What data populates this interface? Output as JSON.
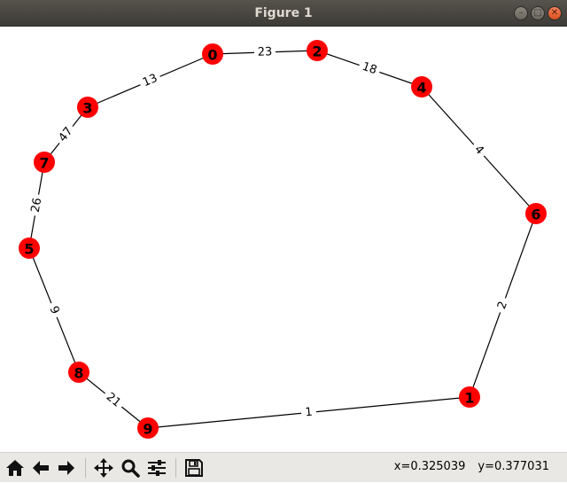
{
  "window": {
    "title": "Figure 1",
    "buttons": {
      "minimize": "minimize-icon",
      "maximize": "maximize-icon",
      "close": "close-icon"
    }
  },
  "colors": {
    "node": "#ff0000",
    "edge": "#000000"
  },
  "graph": {
    "nodes": [
      {
        "label": "0"
      },
      {
        "label": "2"
      },
      {
        "label": "4"
      },
      {
        "label": "6"
      },
      {
        "label": "1"
      },
      {
        "label": "9"
      },
      {
        "label": "8"
      },
      {
        "label": "5"
      },
      {
        "label": "7"
      },
      {
        "label": "3"
      }
    ],
    "edges": [
      {
        "source": "0",
        "target": "2",
        "weight": "23"
      },
      {
        "source": "2",
        "target": "4",
        "weight": "18"
      },
      {
        "source": "4",
        "target": "6",
        "weight": "4"
      },
      {
        "source": "6",
        "target": "1",
        "weight": "2"
      },
      {
        "source": "1",
        "target": "9",
        "weight": "1"
      },
      {
        "source": "9",
        "target": "8",
        "weight": "21"
      },
      {
        "source": "8",
        "target": "5",
        "weight": "9"
      },
      {
        "source": "5",
        "target": "7",
        "weight": "26"
      },
      {
        "source": "7",
        "target": "3",
        "weight": "47"
      },
      {
        "source": "3",
        "target": "0",
        "weight": "13"
      }
    ]
  },
  "toolbar": {
    "buttons": [
      {
        "name": "home-button",
        "icon": "home-icon"
      },
      {
        "name": "back-button",
        "icon": "arrow-left-icon"
      },
      {
        "name": "forward-button",
        "icon": "arrow-right-icon"
      },
      {
        "name": "pan-button",
        "icon": "move-icon"
      },
      {
        "name": "zoom-button",
        "icon": "magnifier-icon"
      },
      {
        "name": "configure-subplots-button",
        "icon": "sliders-icon"
      },
      {
        "name": "save-button",
        "icon": "floppy-disk-icon"
      }
    ],
    "coords": {
      "x": "x=0.325039",
      "y": "y=0.377031"
    }
  }
}
